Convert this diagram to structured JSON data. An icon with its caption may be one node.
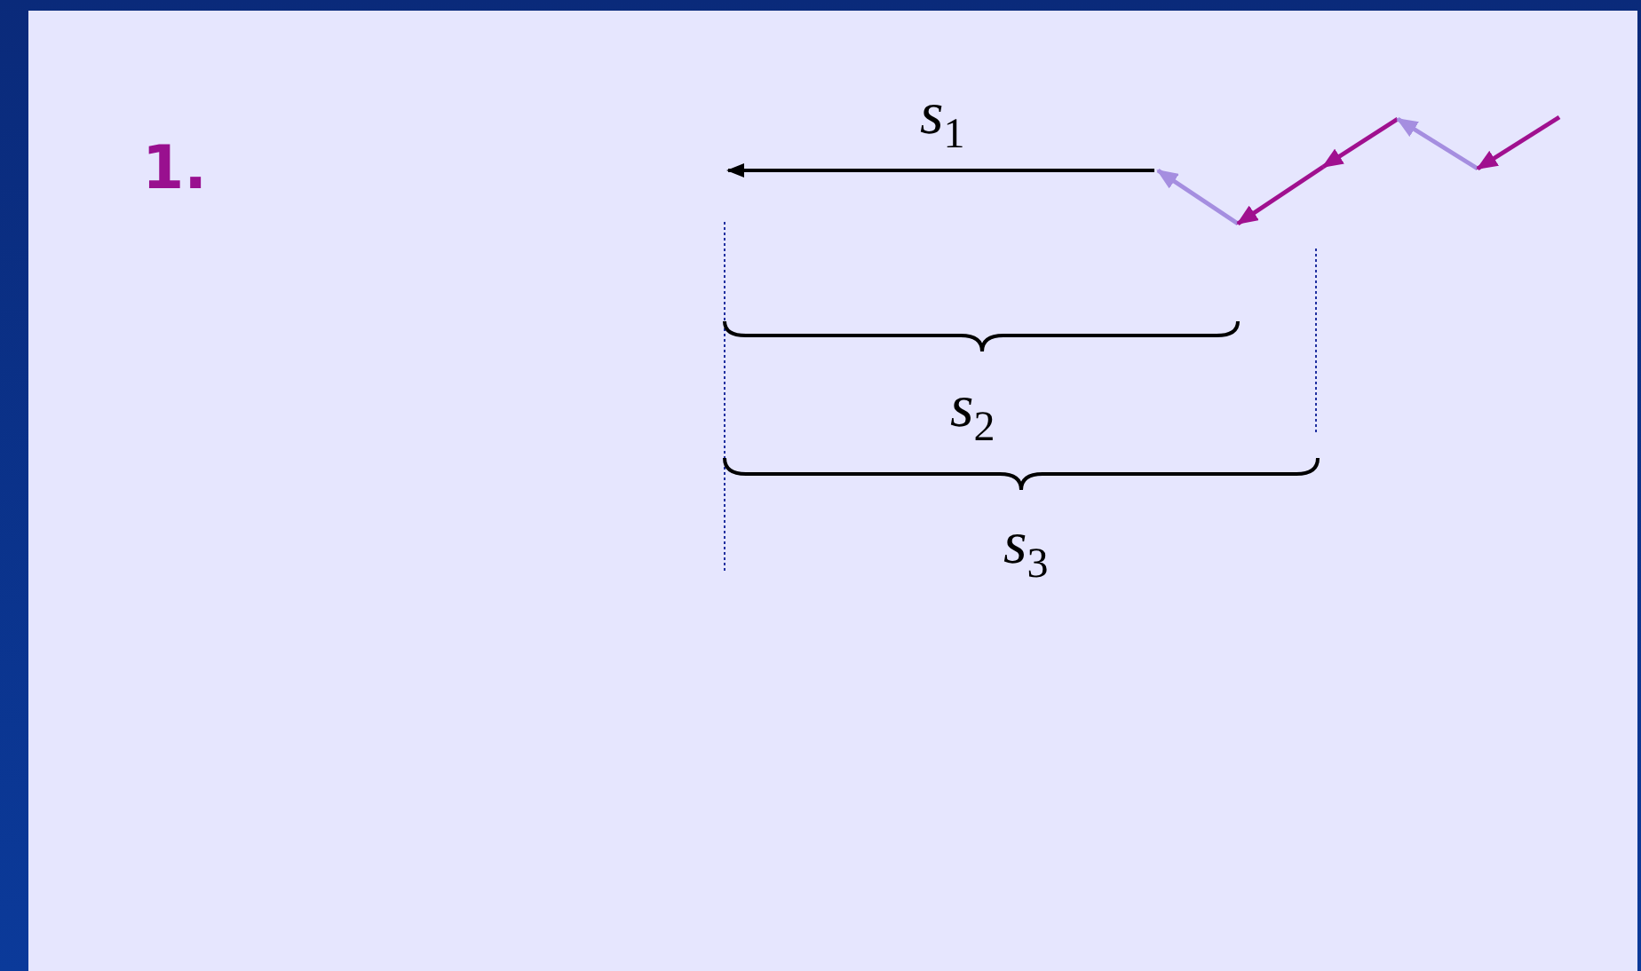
{
  "diagram": {
    "labels": [
      "1.",
      "*s*$_{1}$",
      "*s*$_{2}$",
      "*s*$_{3}$"
    ]
  }
}
